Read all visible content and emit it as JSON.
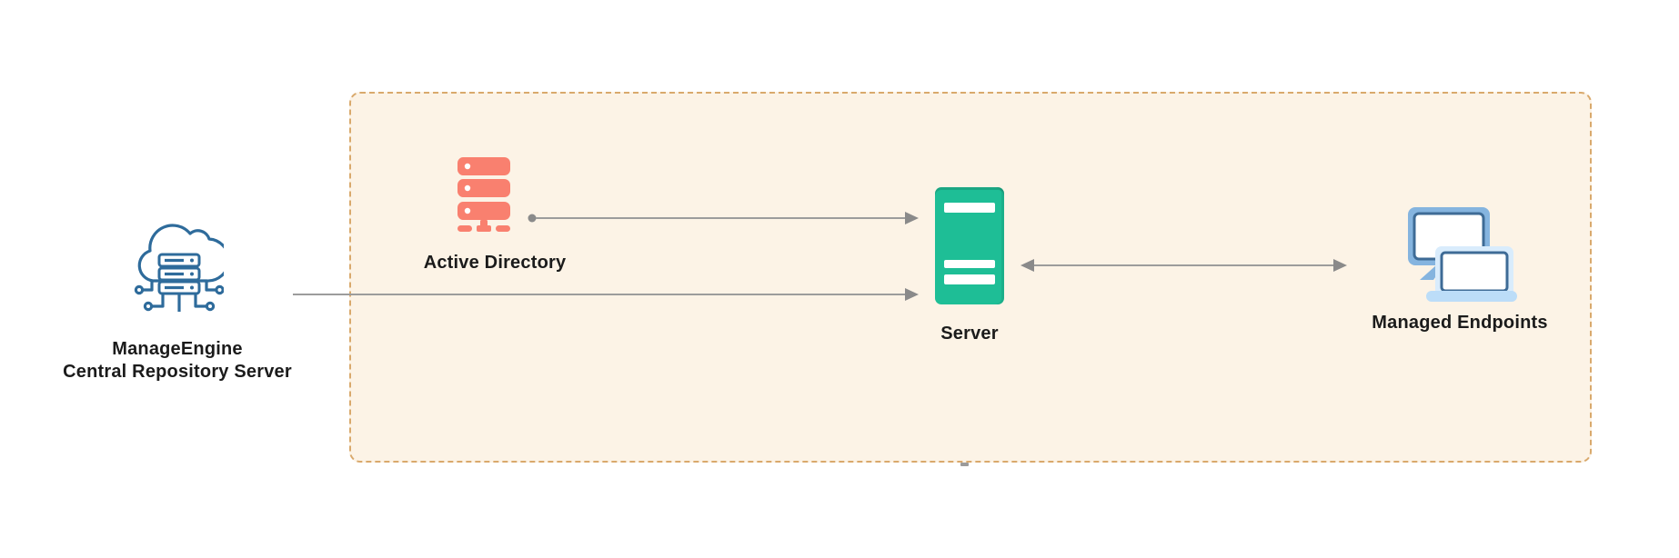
{
  "zone": {
    "name": "managed-network-boundary"
  },
  "nodes": {
    "repository": {
      "line1": "ManageEngine",
      "line2": "Central Repository Server",
      "icon": "cloud-server-icon"
    },
    "active_directory": {
      "label": "Active Directory",
      "icon": "server-stack-icon"
    },
    "server": {
      "label": "Server",
      "icon": "server-tower-icon"
    },
    "endpoints": {
      "label": "Managed Endpoints",
      "icon": "monitor-laptop-icon"
    }
  },
  "connectors": [
    {
      "from": "repository",
      "to": "server",
      "style": "single-arrow-right"
    },
    {
      "from": "active_directory",
      "to": "server",
      "style": "dot-origin-arrow-right"
    },
    {
      "from": "server",
      "to": "endpoints",
      "style": "double-headed-arrow"
    }
  ],
  "colors": {
    "box_fill": "#FCF3E6",
    "box_border": "#D9A96C",
    "salmon": "#F9806F",
    "green": "#1EBE96",
    "blue_outline": "#2E6B9B",
    "monitor_frame": "#85B4DF",
    "screen_stroke": "#3E6B96",
    "laptop_body": "#D9ECFC",
    "laptop_base": "#BCDDF8",
    "connector_line": "#9C9C9C",
    "connector_head": "#8A8A8A",
    "text": "#1B1B1B"
  }
}
